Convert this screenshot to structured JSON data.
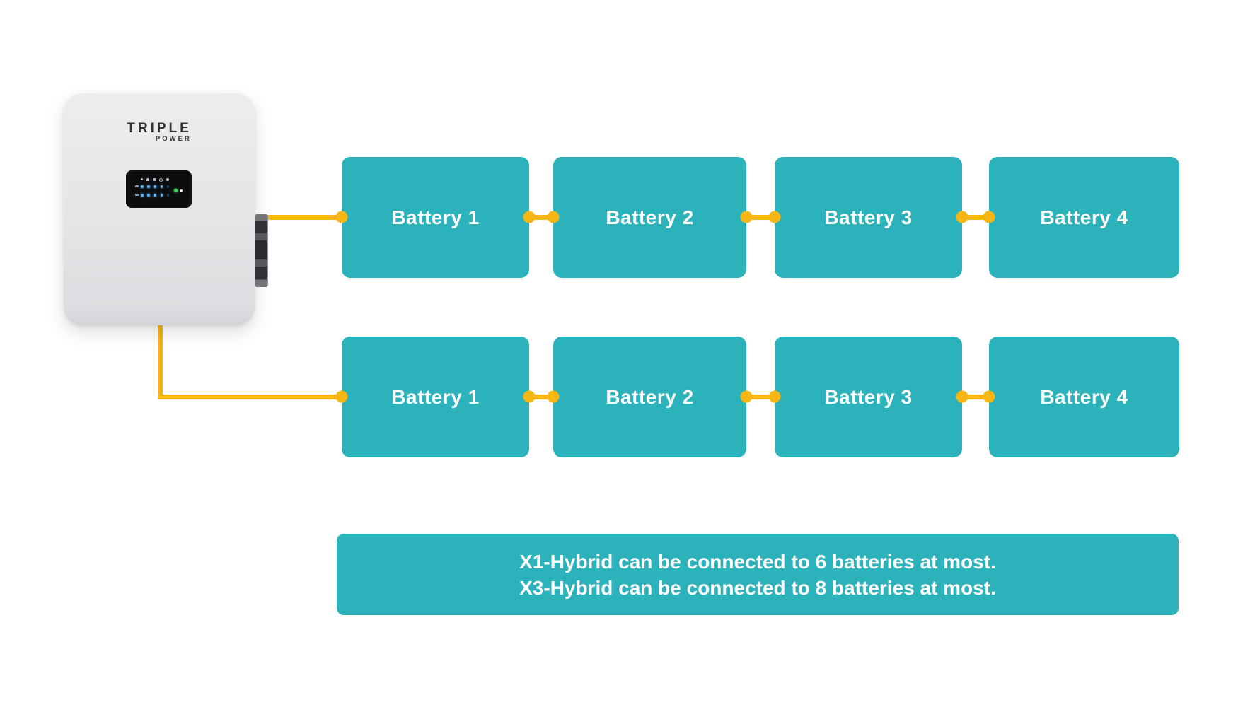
{
  "device": {
    "brand": "TRIPLE",
    "brand_sub": "POWER"
  },
  "rows": [
    {
      "batteries": [
        "Battery 1",
        "Battery 2",
        "Battery 3",
        "Battery 4"
      ]
    },
    {
      "batteries": [
        "Battery 1",
        "Battery 2",
        "Battery 3",
        "Battery 4"
      ]
    }
  ],
  "note": {
    "line1": "X1-Hybrid can be connected to 6 batteries at most.",
    "line2": "X3-Hybrid can be connected to 8 batteries at most."
  },
  "colors": {
    "battery_teal": "#2bb2bb",
    "cable_yellow": "#f7b614",
    "device_body_gray": "#e4e5e7",
    "display_black": "#0c0d0f",
    "led_blue": "#5db3f5",
    "led_green": "#3ecf5e",
    "text_white": "#ffffff",
    "logo_dark": "#333333"
  }
}
